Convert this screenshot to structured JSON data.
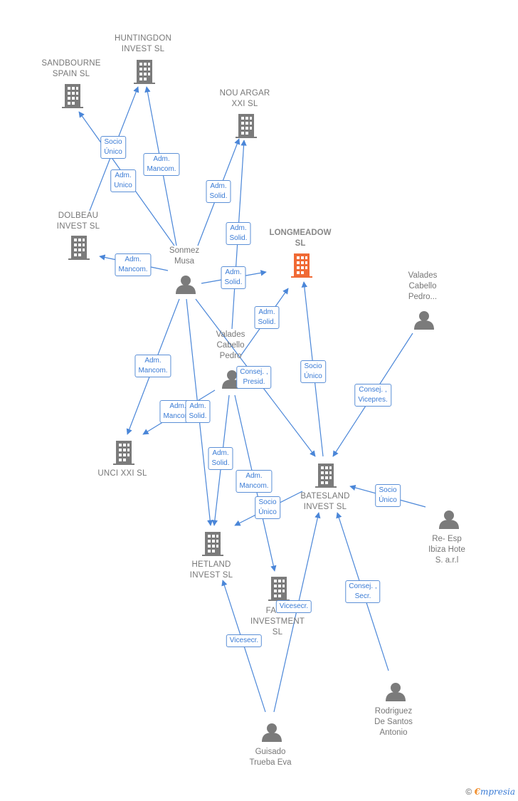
{
  "colors": {
    "edge": "#4a86d8",
    "building": "#7b7b7b",
    "building_target": "#f06a35",
    "person": "#7b7b7b"
  },
  "nodes": {
    "huntingdon": "HUNTINGDON\nINVEST  SL",
    "sandbourne": "SANDBOURNE\nSPAIN  SL",
    "nou_argar": "NOU ARGAR\nXXI SL",
    "dolbeau": "DOLBEAU\nINVEST  SL",
    "longmeadow": "LONGMEADOW\nSL",
    "sonmez": "Sonmez\nMusa",
    "valades1": "Valades\nCabello\nPedro...",
    "valades2": "Valades\nCabello\nPedro",
    "unci": "UNCI XXI SL",
    "batesland": "BATESLAND\nINVEST  SL",
    "reesp": "Re- Esp\nIbiza Hote\nS. a.r.l",
    "hetland": "HETLAND\nINVEST  SL",
    "farm": "FARM\nINVESTMENT\nSL",
    "rodriguez": "Rodriguez\nDe Santos\nAntonio",
    "guisado": "Guisado\nTrueba Eva"
  },
  "relations": {
    "r1": "Socio\nÚnico",
    "r2": "Adm.\nUnico",
    "r3": "Adm.\nMancom.",
    "r4": "Adm.\nSolid.",
    "r5": "Adm.\nSolid.",
    "r6": "Adm.\nMancom.",
    "r7": "Adm.\nSolid.",
    "r8": "Adm.\nSolid.",
    "r9": "Socio\nÚnico",
    "r10": "Consej. ,\nVicepres.",
    "r11": "Adm.\nMancom.",
    "r12": "Consej. ,\nPresid.",
    "r13": "Adm.\nMancom.",
    "r14": "Adm.\nSolid.",
    "r15": "Adm.\nSolid.",
    "r16": "Adm.\nMancom.",
    "r17": "Socio\nÚnico",
    "r18": "Socio\nÚnico",
    "r19": "Vicesecr.",
    "r20": "Consej. ,\nSecr.",
    "r21": "Vicesecr."
  },
  "footer": {
    "copyright": "©",
    "brand_first": "€",
    "brand_rest": "mpresia"
  }
}
